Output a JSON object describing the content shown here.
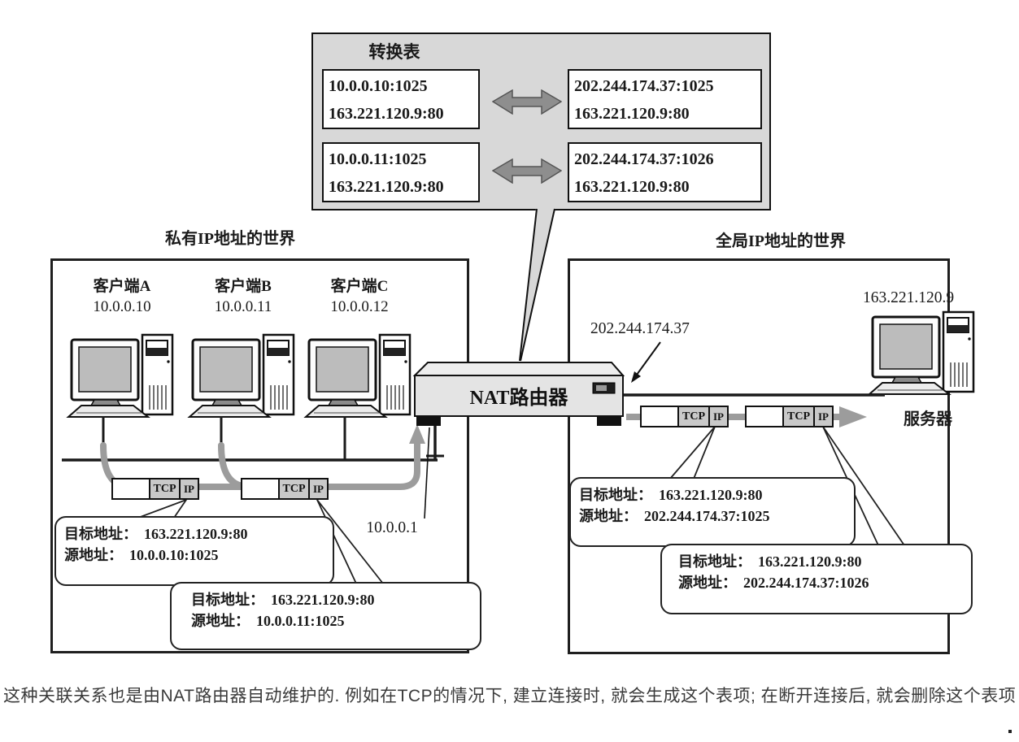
{
  "translation_table": {
    "title": "转换表",
    "rows": [
      {
        "left": [
          "10.0.0.10:1025",
          "163.221.120.9:80"
        ],
        "right": [
          "202.244.174.37:1025",
          "163.221.120.9:80"
        ]
      },
      {
        "left": [
          "10.0.0.11:1025",
          "163.221.120.9:80"
        ],
        "right": [
          "202.244.174.37:1026",
          "163.221.120.9:80"
        ]
      }
    ]
  },
  "worlds": {
    "private": {
      "title": "私有IP地址的世界"
    },
    "global": {
      "title": "全局IP地址的世界"
    }
  },
  "clients": [
    {
      "name": "客户端A",
      "ip": "10.0.0.10"
    },
    {
      "name": "客户端B",
      "ip": "10.0.0.11"
    },
    {
      "name": "客户端C",
      "ip": "10.0.0.12"
    }
  ],
  "router": {
    "label": "NAT路由器",
    "private_ip": "10.0.0.1",
    "global_ip": "202.244.174.37"
  },
  "server": {
    "ip": "163.221.120.9",
    "label": "服务器"
  },
  "packet": {
    "tcp": "TCP",
    "ip": "IP"
  },
  "callouts": [
    {
      "dest_label": "目标地址：",
      "dest_value": "163.221.120.9:80",
      "src_label": "源地址：",
      "src_value": "10.0.0.10:1025"
    },
    {
      "dest_label": "目标地址：",
      "dest_value": "163.221.120.9:80",
      "src_label": "源地址：",
      "src_value": "10.0.0.11:1025"
    },
    {
      "dest_label": "目标地址：",
      "dest_value": "163.221.120.9:80",
      "src_label": "源地址：",
      "src_value": "202.244.174.37:1025"
    },
    {
      "dest_label": "目标地址：",
      "dest_value": "163.221.120.9:80",
      "src_label": "源地址：",
      "src_value": "202.244.174.37:1026"
    }
  ],
  "caption": "这种关联关系也是由NAT路由器自动维护的. 例如在TCP的情况下, 建立连接时, 就会生成这个表项; 在断开连接后, 就会删除这个表项",
  "colors": {
    "table_bg": "#d8d8d8",
    "arrow_gray": "#8e8e8e",
    "flow_gray": "#9c9c9c",
    "screen_gray": "#bcbcbc",
    "header_seg_bg": "#c9c9c9",
    "line_black": "#111111"
  }
}
